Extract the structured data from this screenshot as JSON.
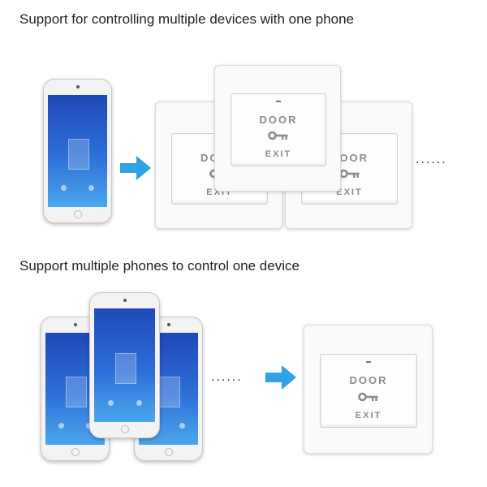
{
  "headings": {
    "top": "Support for controlling multiple devices with one phone",
    "bottom": "Support multiple phones to control one device"
  },
  "switch": {
    "line1": "DOOR",
    "line2": "EXIT"
  },
  "ellipsis": "......",
  "colors": {
    "arrow": "#2fa3e6",
    "screen": "#2d6fd8"
  },
  "icons": [
    "key-icon",
    "right-arrow-icon",
    "phone-icon"
  ]
}
